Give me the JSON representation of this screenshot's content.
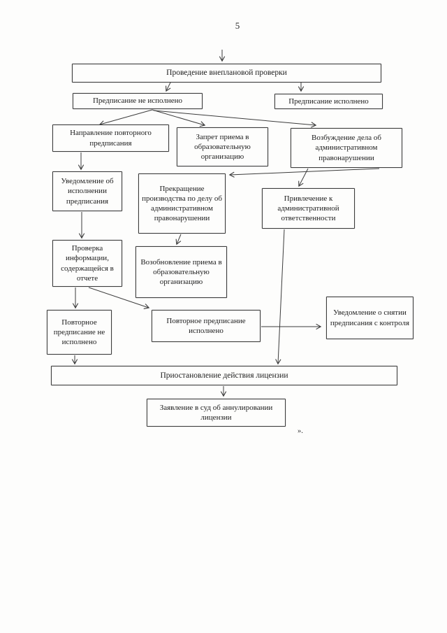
{
  "page": {
    "number": "5",
    "closing_mark": "»."
  },
  "diagram": {
    "type": "flowchart",
    "language": "ru",
    "nodes": {
      "inspection": "Проведение внеплановой проверки",
      "order_not_executed": "Предписание не исполнено",
      "order_executed": "Предписание исполнено",
      "repeat_order_sent": "Направление повторного предписания",
      "admission_ban": "Запрет приема в образовательную организацию",
      "case_initiated": "Возбуждение дела об административном правонарушении",
      "execution_notice": "Уведомление об исполнении предписания",
      "case_terminated": "Прекращение производства по делу об административном правонарушении",
      "admin_liability": "Привлечение к административной ответственности",
      "report_check": "Проверка информации, содержащейся в отчете",
      "admission_resumed": "Возобновление приема в образовательную организацию",
      "repeat_not_executed": "Повторное предписание не исполнено",
      "repeat_executed": "Повторное предписание исполнено",
      "control_release_notice": "Уведомление о снятии предписания с контроля",
      "license_suspension": "Приостановление действия лицензии",
      "court_application": "Заявление в суд об аннулировании лицензии"
    },
    "edges": [
      [
        "start",
        "inspection"
      ],
      [
        "inspection",
        "order_not_executed"
      ],
      [
        "inspection",
        "order_executed"
      ],
      [
        "order_not_executed",
        "repeat_order_sent"
      ],
      [
        "order_not_executed",
        "admission_ban"
      ],
      [
        "order_not_executed",
        "case_initiated"
      ],
      [
        "repeat_order_sent",
        "execution_notice"
      ],
      [
        "case_initiated",
        "case_terminated"
      ],
      [
        "case_initiated",
        "admin_liability"
      ],
      [
        "execution_notice",
        "report_check"
      ],
      [
        "case_terminated",
        "admission_resumed"
      ],
      [
        "admin_liability",
        "license_suspension"
      ],
      [
        "report_check",
        "repeat_not_executed"
      ],
      [
        "report_check",
        "repeat_executed"
      ],
      [
        "repeat_not_executed",
        "license_suspension"
      ],
      [
        "repeat_executed",
        "control_release_notice"
      ],
      [
        "license_suspension",
        "court_application"
      ]
    ],
    "line_color": "#3c3c3c"
  }
}
